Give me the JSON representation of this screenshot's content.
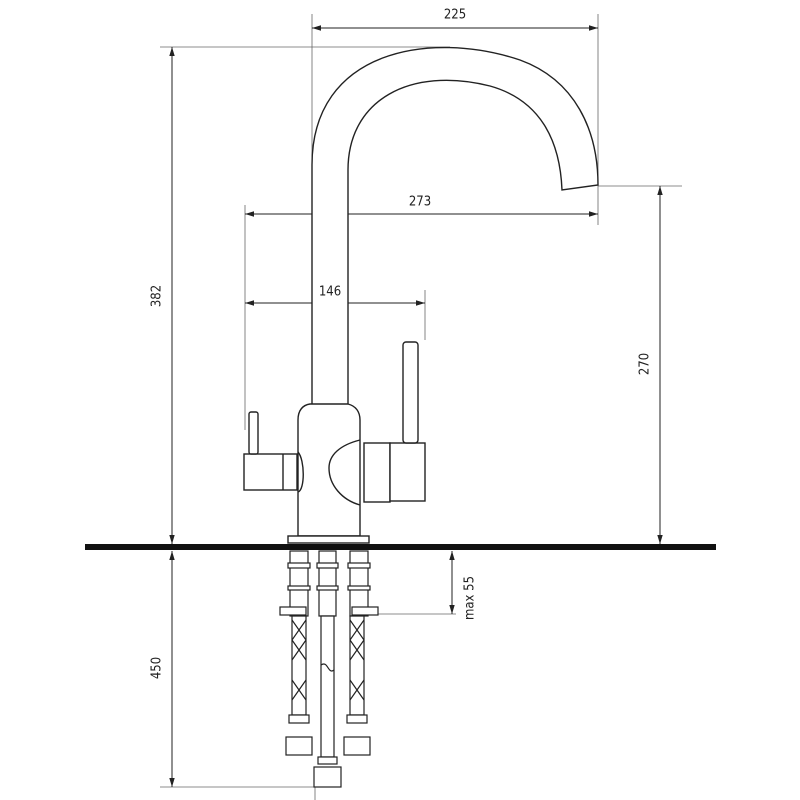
{
  "title": "Faucet dimension drawing",
  "dimensions": {
    "spout_reach": "225",
    "total_width": "273",
    "handle_span": "146",
    "total_height": "382",
    "spout_height": "270",
    "hose_length": "450",
    "max_counter_thickness": "max 55"
  },
  "colors": {
    "line": "#222222",
    "dim_line": "#555555"
  }
}
